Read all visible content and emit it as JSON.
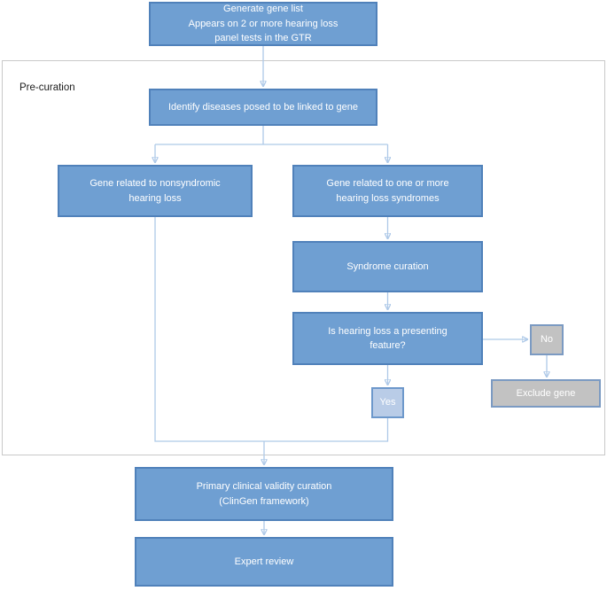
{
  "colors": {
    "box_fill": "#6f9fd2",
    "box_border": "#5081ba",
    "yes_fill": "#b9cce7",
    "yes_border": "#6d98cb",
    "gray_fill": "#c2c2c2",
    "gray_border": "#7b9ac2",
    "connector": "#aec9e8",
    "arrow": "#7fa6d6",
    "container_border": "#c9c9c9"
  },
  "container": {
    "label": "Pre-curation"
  },
  "nodes": {
    "generate": "Generate gene list\nAppears on 2 or more hearing loss\npanel tests in the GTR",
    "identify": "Identify diseases posed to be linked to gene",
    "nonsyndromic": "Gene related to nonsyndromic\nhearing loss",
    "syndromes": "Gene related to one or more\nhearing loss syndromes",
    "syndrome_curation": "Syndrome curation",
    "presenting": "Is hearing loss a presenting\nfeature?",
    "no": "No",
    "exclude": "Exclude gene",
    "yes": "Yes",
    "primary": "Primary clinical validity curation\n(ClinGen framework)",
    "expert": "Expert review"
  }
}
